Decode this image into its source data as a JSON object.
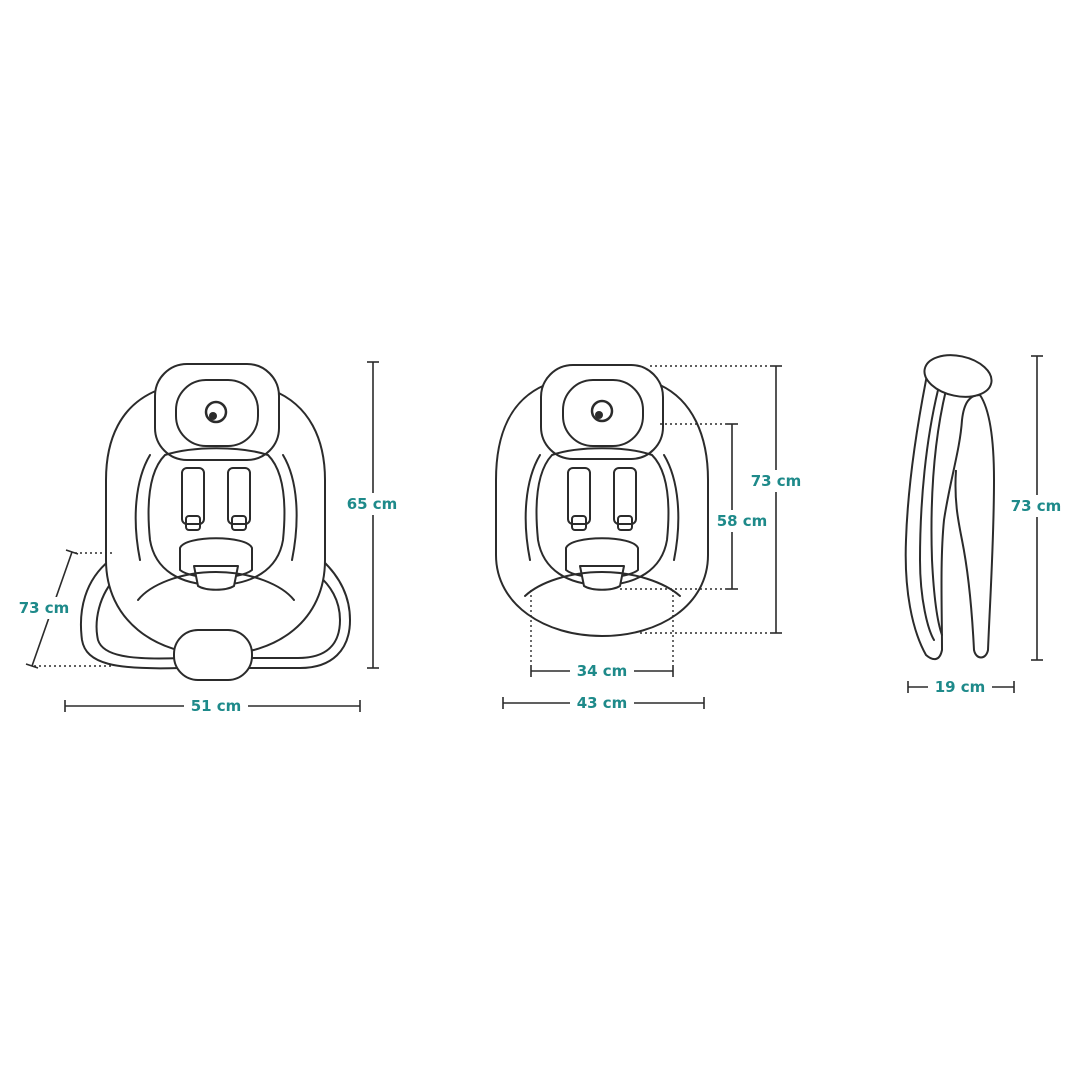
{
  "label_color": "#1e8a8a",
  "line_color": "#2b2b2b",
  "views": {
    "front": {
      "height_label": "65 cm",
      "width_label": "51 cm",
      "depth_label": "73 cm"
    },
    "shell": {
      "height_outer_label": "73 cm",
      "height_inner_label": "58 cm",
      "width_inner_label": "34 cm",
      "width_outer_label": "43 cm"
    },
    "side": {
      "height_label": "73 cm",
      "width_label": "19 cm"
    }
  }
}
